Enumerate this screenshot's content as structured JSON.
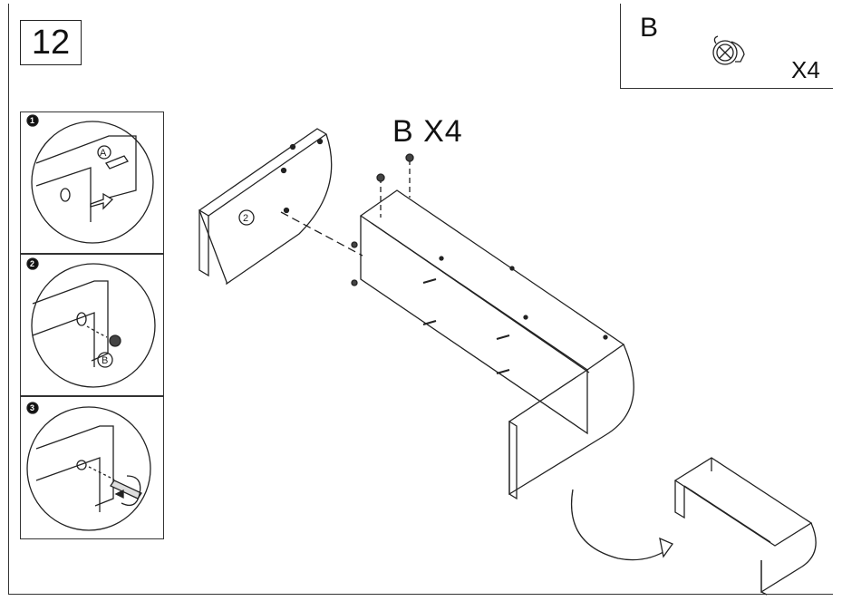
{
  "step": {
    "number": "12"
  },
  "parts_callout": {
    "letter": "B",
    "quantity": "X4"
  },
  "main_label": "B X4",
  "detail_panels": [
    {
      "index": "1",
      "part_letter": "A"
    },
    {
      "index": "2",
      "part_letter": "B"
    },
    {
      "index": "3"
    }
  ],
  "panel_label": "2"
}
